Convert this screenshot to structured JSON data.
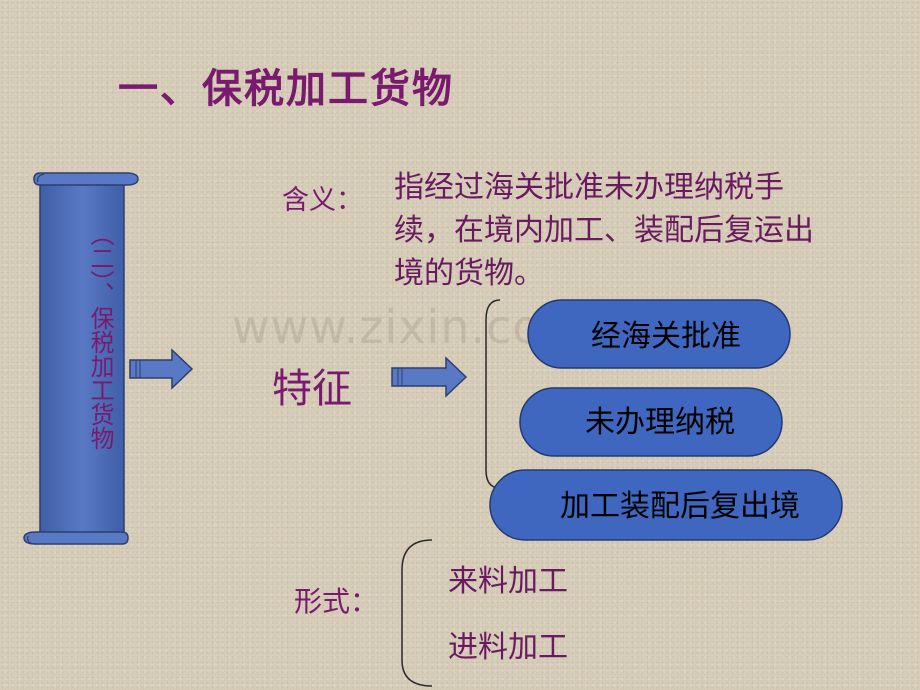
{
  "title": "一、保税加工货物",
  "scroll_label": "（二）、保税加工货物",
  "meaning": {
    "label": "含义：",
    "text": "指经过海关批准未办理纳税手续，在境内加工、装配后复运出境的货物。"
  },
  "features": {
    "label": "特征",
    "items": [
      "经海关批准",
      "未办理纳税",
      "加工装配后复出境"
    ]
  },
  "forms": {
    "label": "形式：",
    "items": [
      "来料加工",
      "进料加工"
    ]
  },
  "watermark": "www.zixin.com",
  "colors": {
    "title": "#7a1a6e",
    "scroll": "#4f6dbb",
    "pill": "#3f67bf",
    "background": "#d9d0bc"
  }
}
